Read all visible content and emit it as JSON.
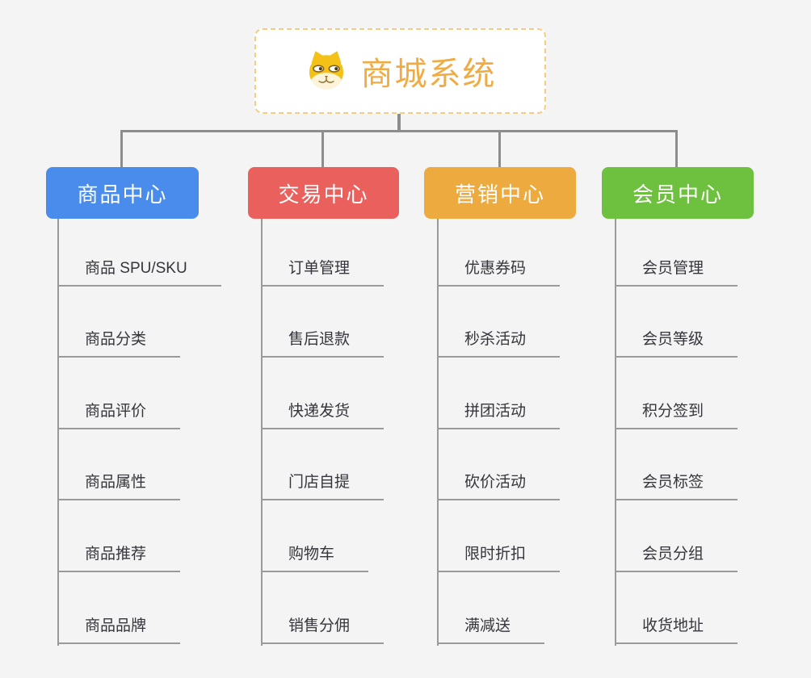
{
  "root": {
    "title": "商城系统",
    "icon": "doge-icon"
  },
  "branches": [
    {
      "label": "商品中心",
      "color": "#4a8ceb",
      "items": [
        "商品 SPU/SKU",
        "商品分类",
        "商品评价",
        "商品属性",
        "商品推荐",
        "商品品牌"
      ]
    },
    {
      "label": "交易中心",
      "color": "#e9605c",
      "items": [
        "订单管理",
        "售后退款",
        "快递发货",
        "门店自提",
        "购物车",
        "销售分佣"
      ]
    },
    {
      "label": "营销中心",
      "color": "#ecaa3f",
      "items": [
        "优惠券码",
        "秒杀活动",
        "拼团活动",
        "砍价活动",
        "限时折扣",
        "满减送"
      ]
    },
    {
      "label": "会员中心",
      "color": "#6ec13e",
      "items": [
        "会员管理",
        "会员等级",
        "积分签到",
        "会员标签",
        "会员分组",
        "收货地址"
      ]
    }
  ],
  "colors": {
    "background": "#f4f4f5",
    "root_text": "#f0ab42",
    "root_border": "#f6cc82",
    "connector": "#8d8d8d",
    "leaf_line": "#9a9a9a",
    "leaf_text": "#35353b"
  }
}
